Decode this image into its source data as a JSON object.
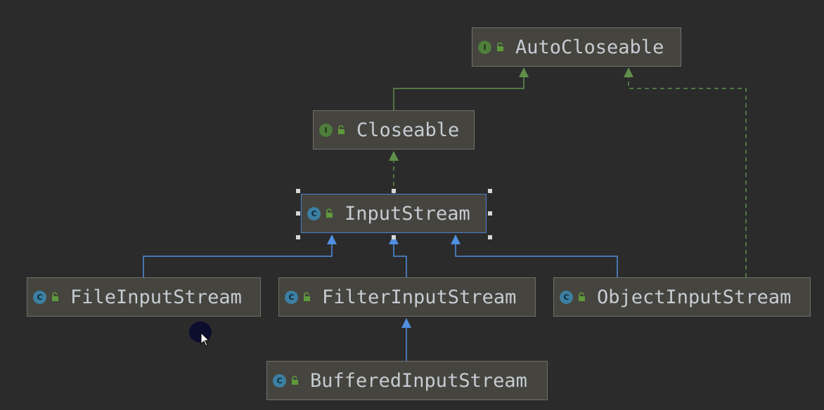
{
  "nodes": [
    {
      "id": "AutoCloseable",
      "label": "AutoCloseable",
      "kind": "interface",
      "kind_letter": "I"
    },
    {
      "id": "Closeable",
      "label": "Closeable",
      "kind": "interface",
      "kind_letter": "I"
    },
    {
      "id": "InputStream",
      "label": "InputStream",
      "kind": "class",
      "kind_letter": "C",
      "selected": true
    },
    {
      "id": "FileInputStream",
      "label": "FileInputStream",
      "kind": "class",
      "kind_letter": "C"
    },
    {
      "id": "FilterInputStream",
      "label": "FilterInputStream",
      "kind": "class",
      "kind_letter": "C"
    },
    {
      "id": "ObjectInputStream",
      "label": "ObjectInputStream",
      "kind": "class",
      "kind_letter": "C"
    },
    {
      "id": "BufferedInputStream",
      "label": "BufferedInputStream",
      "kind": "class",
      "kind_letter": "C"
    }
  ],
  "edges": [
    {
      "from": "Closeable",
      "to": "AutoCloseable",
      "relation": "extends",
      "style": "solid-green"
    },
    {
      "from": "ObjectInputStream",
      "to": "AutoCloseable",
      "relation": "implements",
      "style": "dashed-green"
    },
    {
      "from": "InputStream",
      "to": "Closeable",
      "relation": "implements",
      "style": "dashed-green"
    },
    {
      "from": "FileInputStream",
      "to": "InputStream",
      "relation": "extends",
      "style": "solid-blue"
    },
    {
      "from": "FilterInputStream",
      "to": "InputStream",
      "relation": "extends",
      "style": "solid-blue"
    },
    {
      "from": "ObjectInputStream",
      "to": "InputStream",
      "relation": "extends",
      "style": "solid-blue"
    },
    {
      "from": "BufferedInputStream",
      "to": "FilterInputStream",
      "relation": "extends",
      "style": "solid-blue"
    }
  ],
  "colors": {
    "background": "#2b2b2b",
    "node_fill": "#45443e",
    "node_border": "#707068",
    "node_text": "#c6ccd3",
    "interface_icon": "#4f7d3b",
    "class_icon": "#3d7fa3",
    "lock_icon": "#5e9a3c",
    "edge_green": "#5f8f4a",
    "edge_blue": "#4f8fe0",
    "selection": "#4a7fc9"
  },
  "icons": {
    "interface": "interface-icon",
    "class": "class-icon",
    "visibility": "lock-open-icon",
    "pointer": "mouse-cursor-icon"
  }
}
